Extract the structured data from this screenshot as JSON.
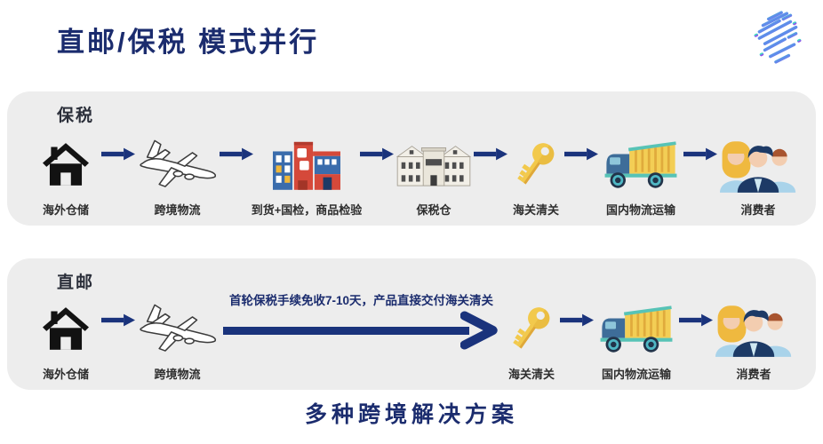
{
  "header": {
    "title": "直邮/保税 模式并行"
  },
  "logo": {
    "name": "hexagon-stripes-logo",
    "gradient": [
      "#3fd9c0",
      "#5f8ceb",
      "#9257e8"
    ]
  },
  "rows": {
    "bonded": {
      "mode_label": "保税",
      "steps": [
        {
          "icon": "house-icon",
          "label": "海外仓储"
        },
        {
          "icon": "airplane-icon",
          "label": "跨境物流"
        },
        {
          "icon": "inspection-buildings-icon",
          "label": "到货+国检，商品检验"
        },
        {
          "icon": "bonded-warehouse-icon",
          "label": "保税仓"
        },
        {
          "icon": "key-icon",
          "label": "海关清关"
        },
        {
          "icon": "truck-icon",
          "label": "国内物流运输"
        },
        {
          "icon": "consumers-icon",
          "label": "消费者"
        }
      ]
    },
    "direct": {
      "mode_label": "直邮",
      "fast_note": "首轮保税手续免收7-10天，产品直接交付海关清关",
      "steps": [
        {
          "icon": "house-icon",
          "label": "海外仓储"
        },
        {
          "icon": "airplane-icon",
          "label": "跨境物流"
        },
        {
          "icon": "key-icon",
          "label": "海关清关"
        },
        {
          "icon": "truck-icon",
          "label": "国内物流运输"
        },
        {
          "icon": "consumers-icon",
          "label": "消费者"
        }
      ]
    }
  },
  "footer": {
    "title": "多种跨境解决方案"
  },
  "colors": {
    "title_navy": "#1b2c6e",
    "arrow_navy": "#1a337c",
    "panel_bg": "#ededed",
    "key_gold": "#f2c94c",
    "truck_yellow": "#f3ce55",
    "truck_blue": "#3e6d99",
    "teal_accent": "#57c3b6",
    "building_blue": "#3a6cac",
    "building_red": "#d5493a",
    "hair_blonde": "#efb93f",
    "hair_navy": "#1d3a66",
    "hair_brown": "#a8542f",
    "skin": "#f3cdb0",
    "shirt_light_blue": "#a9d3ea"
  }
}
